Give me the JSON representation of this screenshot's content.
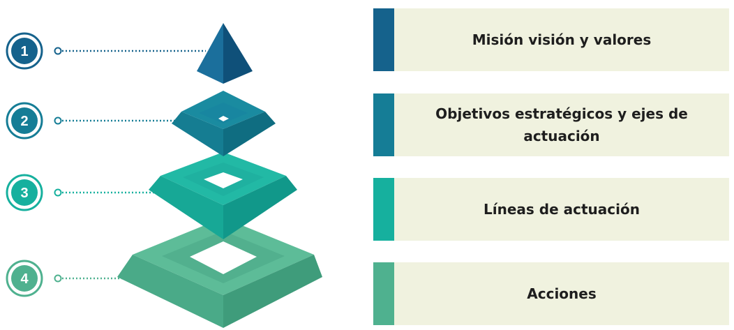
{
  "colors": {
    "level1": "#15628c",
    "level2": "#157d96",
    "level3": "#16b09e",
    "level4": "#4fb18f",
    "panel_bg": "#f0f2df",
    "text": "#1e1e1e"
  },
  "levels": [
    {
      "number": "1",
      "label": "Misión visión y valores"
    },
    {
      "number": "2",
      "label": "Objetivos estratégicos y ejes de actuación"
    },
    {
      "number": "3",
      "label": "Líneas de actuación"
    },
    {
      "number": "4",
      "label": "Acciones"
    }
  ]
}
